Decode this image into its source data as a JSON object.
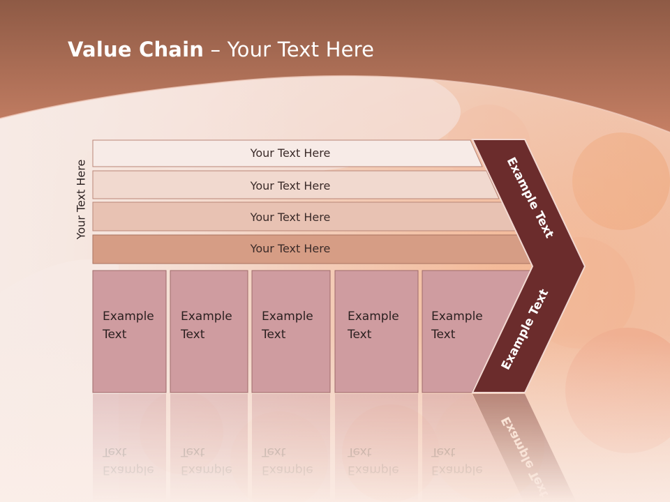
{
  "title": {
    "bold": "Value Chain",
    "rest": " – Your Text Here"
  },
  "side_label": "Your Text Here",
  "rows": [
    {
      "label": "Your Text Here",
      "color": "#f7ebe7"
    },
    {
      "label": "Your Text Here",
      "color": "#f1d9cf"
    },
    {
      "label": "Your Text Here",
      "color": "#e8c2b3"
    },
    {
      "label": "Your Text Here",
      "color": "#d69d85"
    }
  ],
  "columns": [
    {
      "line1": "Example",
      "line2": "Text"
    },
    {
      "line1": "Example",
      "line2": "Text"
    },
    {
      "line1": "Example",
      "line2": "Text"
    },
    {
      "line1": "Example",
      "line2": "Text"
    },
    {
      "line1": "Example",
      "line2": "Text"
    }
  ],
  "chevron": {
    "upper": "Example Text",
    "lower": "Example Text"
  },
  "colors": {
    "header": "#b0705a",
    "column_fill": "#cf9ca0",
    "chevron": "#6b2c2c"
  }
}
